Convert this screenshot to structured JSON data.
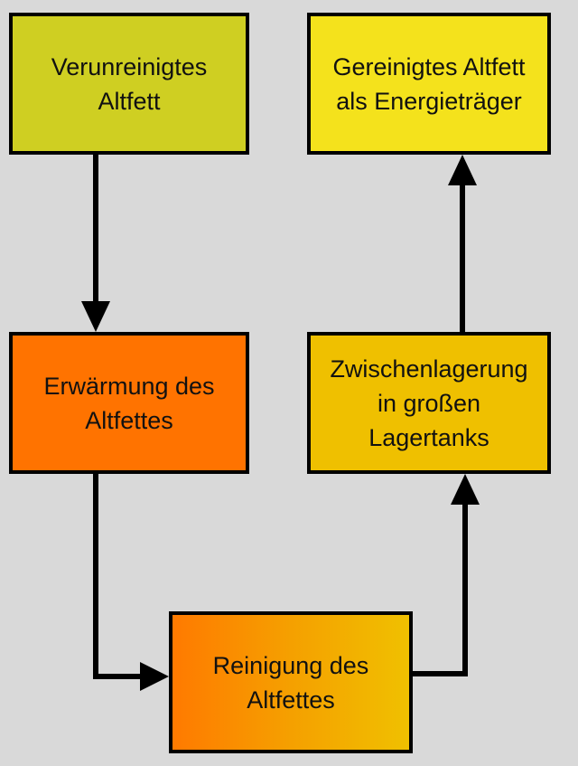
{
  "diagram": {
    "nodes": [
      {
        "id": "box-1",
        "lines": [
          "Verunreinigtes",
          "Altfett"
        ],
        "color": "#cfcf22"
      },
      {
        "id": "box-2",
        "lines": [
          "Erwärmung des",
          "Altfettes"
        ],
        "color": "#ff7300"
      },
      {
        "id": "box-3",
        "lines": [
          "Reinigung des",
          "Altfettes"
        ],
        "color": "#f5a000"
      },
      {
        "id": "box-4",
        "lines": [
          "Zwischenlagerung",
          "in großen",
          "Lagertanks"
        ],
        "color": "#efc000"
      },
      {
        "id": "box-5",
        "lines": [
          "Gereinigtes Altfett",
          "als Energieträger"
        ],
        "color": "#f4e21c"
      }
    ],
    "edges": [
      {
        "from": "box-1",
        "to": "box-2"
      },
      {
        "from": "box-2",
        "to": "box-3"
      },
      {
        "from": "box-3",
        "to": "box-4"
      },
      {
        "from": "box-4",
        "to": "box-5"
      }
    ],
    "background": "#d9d9d9",
    "arrow_color": "#000000"
  }
}
